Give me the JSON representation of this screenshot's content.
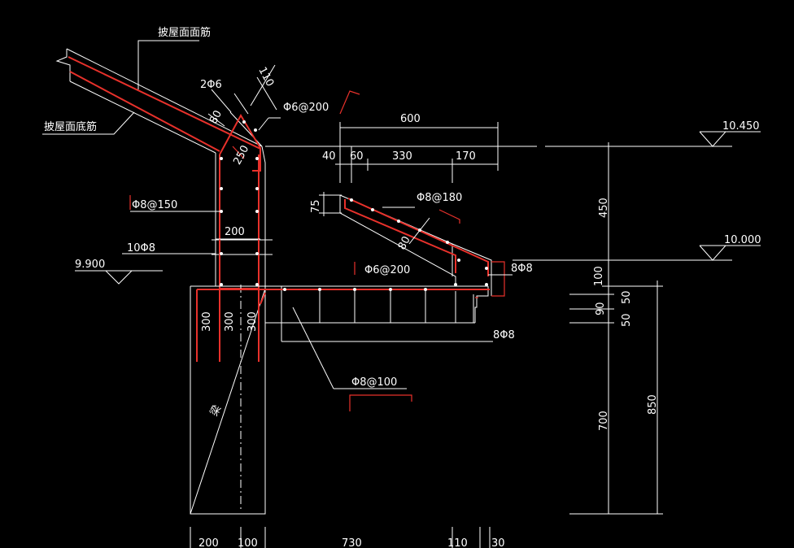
{
  "labels": {
    "roof_top_bar": "披屋面面筋",
    "roof_bottom_bar": "披屋面底筋",
    "bars_2phi6": "2Φ6",
    "dim_110": "110",
    "phi6_200_top": "Φ6@200",
    "dim_80_left": "80",
    "dim_250": "250",
    "phi8_150": "Φ8@150",
    "dim_200_col": "200",
    "bars_10phi8": "10Φ8",
    "elev_9900": "9.900",
    "dim_600": "600",
    "dim_40": "40",
    "dim_60": "60",
    "dim_330": "330",
    "dim_170": "170",
    "dim_75": "75",
    "phi8_180": "Φ8@180",
    "dim_80_right": "80",
    "phi6_200_mid": "Φ6@200",
    "bars_8phi8_right": "8Φ8",
    "bars_8phi8_low": "8Φ8",
    "phi8_100": "Φ8@100",
    "elev_10450": "10.450",
    "elev_10000": "10.000",
    "dim_450": "450",
    "dim_100_v": "100",
    "dim_50_a": "50",
    "dim_90": "90",
    "dim_50_b": "50",
    "dim_700": "700",
    "dim_850": "850",
    "dim_300_a": "300",
    "dim_300_b": "300",
    "dim_300_c": "300",
    "beam_label": "梁",
    "dim_200_bottom": "200",
    "dim_100_bottom": "100",
    "dim_730": "730",
    "dim_110_bottom": "110",
    "dim_30_bottom": "30"
  },
  "colors": {
    "background": "#000000",
    "lines": "#ffffff",
    "rebar": "#e8312b"
  }
}
